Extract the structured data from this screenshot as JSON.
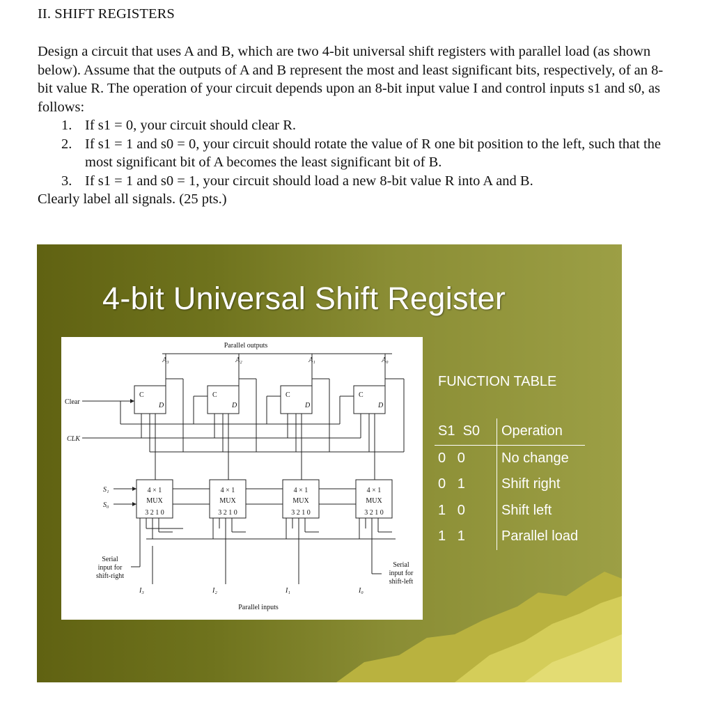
{
  "heading": "II. SHIFT REGISTERS",
  "intro": "Design a circuit that uses A and B, which are two 4-bit universal shift registers with parallel load (as shown below). Assume that the outputs of A and B represent the most and least significant bits, respectively, of an 8-bit value R. The operation of your circuit depends upon an 8-bit input value I and control inputs s1 and s0, as follows:",
  "items": [
    {
      "num": "1.",
      "text": "If s1 = 0, your circuit should clear R."
    },
    {
      "num": "2.",
      "text": "If s1 = 1 and s0 = 0, your circuit should rotate the value of R one bit position to the left, such that the most significant bit of A becomes the least significant bit of B."
    },
    {
      "num": "3.",
      "text": "If s1 = 1 and s0 = 1, your circuit should load a new 8-bit value R into A and B."
    }
  ],
  "closing": "Clearly label all signals. (25 pts.)",
  "slide": {
    "title": "4-bit Universal Shift Register",
    "colors": {
      "bg_dark": "#606212",
      "bg_light": "#9c9f45",
      "mountain": "#c7c24a"
    },
    "schematic": {
      "parallel_outputs": "Parallel outputs",
      "parallel_inputs": "Parallel inputs",
      "clear": "Clear",
      "clk": "CLK",
      "s1": "S₁",
      "s0": "S₀",
      "serial_right_1": "Serial",
      "serial_right_2": "input for",
      "serial_right_3": "shift-right",
      "serial_left_1": "Serial",
      "serial_left_2": "input for",
      "serial_left_3": "shift-left",
      "outputs": [
        "A₃",
        "A₂",
        "A₁",
        "A₀"
      ],
      "inputs": [
        "I₃",
        "I₂",
        "I₁",
        "I₀"
      ],
      "ff_c": "C",
      "ff_d": "D",
      "mux_line1": "4 × 1",
      "mux_line2": "MUX",
      "mux_line3": "3 2 1 0"
    },
    "function_table": {
      "title": "FUNCTION TABLE",
      "header": {
        "sel": "S1  S0",
        "op": "Operation"
      },
      "rows": [
        {
          "sel": "0   0",
          "op": "No change"
        },
        {
          "sel": "0   1",
          "op": "Shift right"
        },
        {
          "sel": "1   0",
          "op": "Shift left"
        },
        {
          "sel": "1   1",
          "op": "Parallel load"
        }
      ]
    }
  }
}
